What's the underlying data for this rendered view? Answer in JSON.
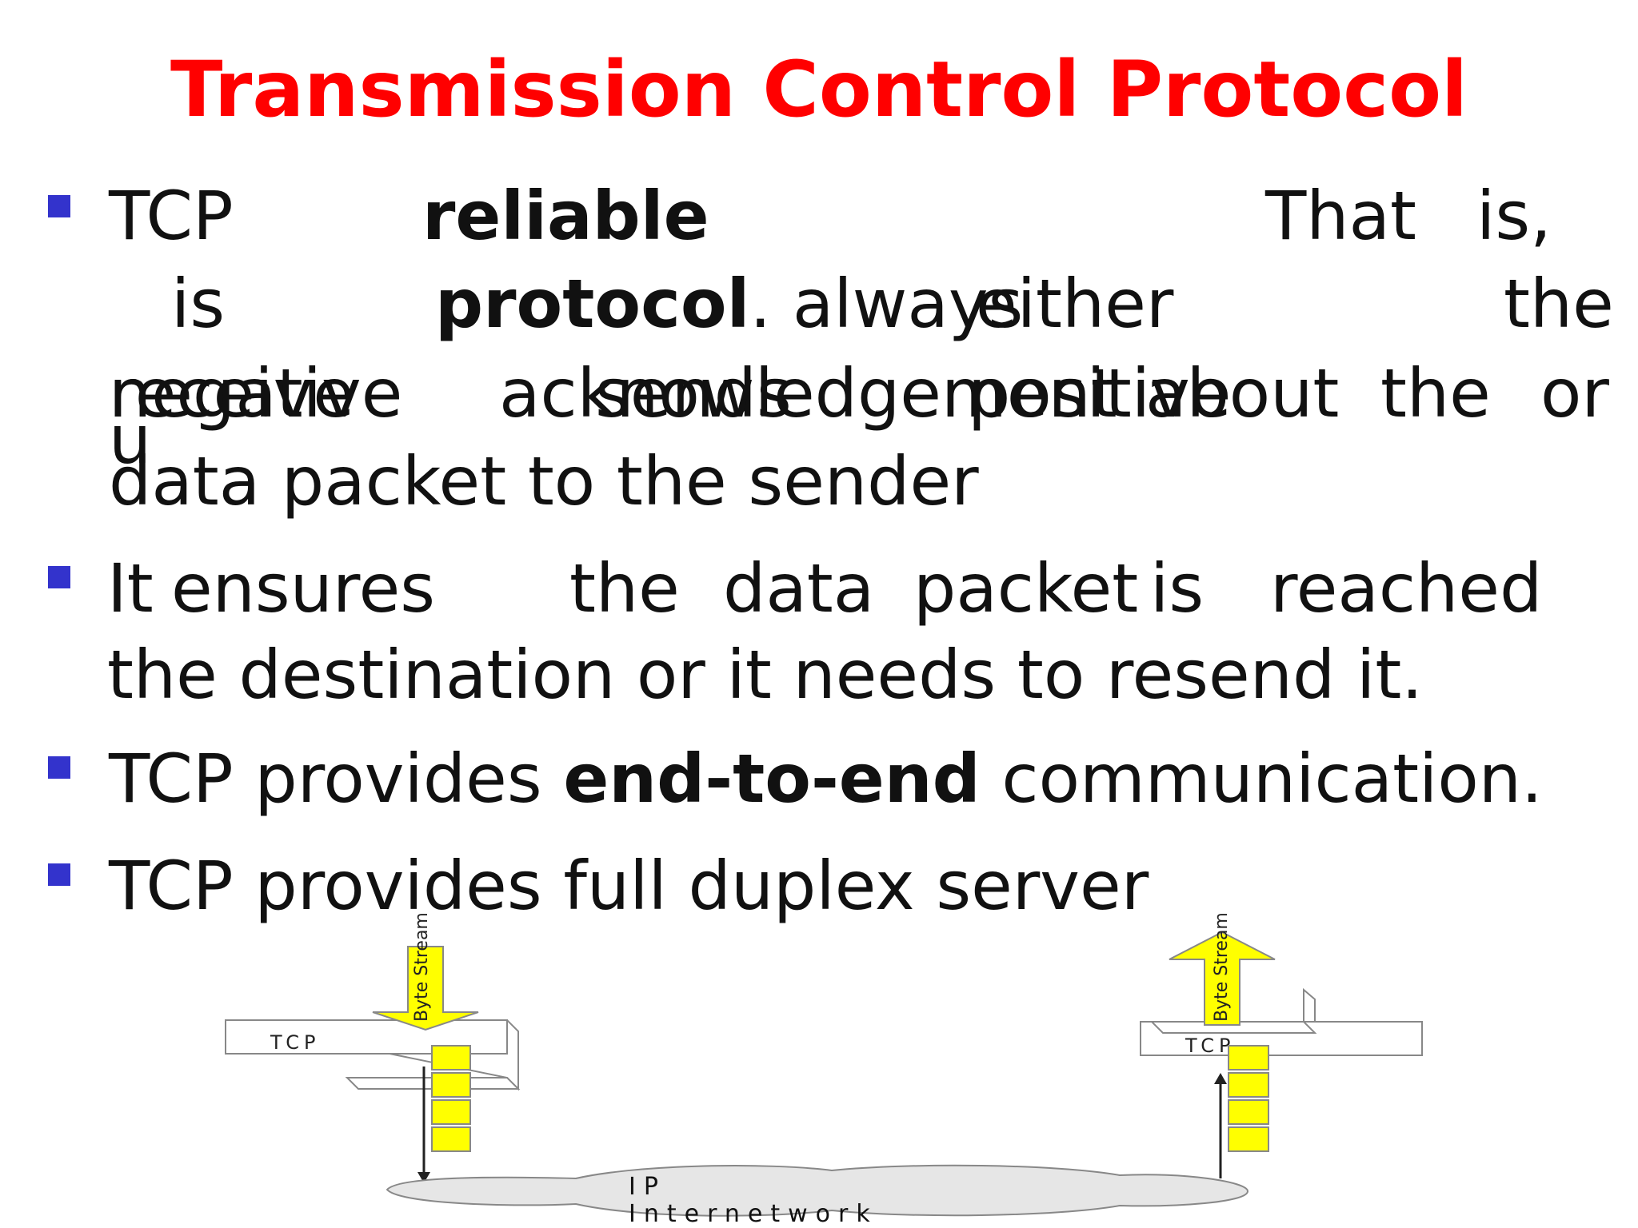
{
  "title": "Transmission Control Protocol",
  "bullets": {
    "b1": {
      "row1": {
        "w1": "TCP",
        "w2": "reliable",
        "w3": "That",
        "w4": "is,"
      },
      "row2": {
        "w1": "is",
        "w2": "protocol",
        "w2_suffix": ". always",
        "w3": "either",
        "w4": "the"
      },
      "row3_under": {
        "w1": "receive",
        "w2": "sends",
        "w3": "positive",
        "w4": "about",
        "w5": "the",
        "w6": "or"
      },
      "row3_over": {
        "w1": "negative",
        "w2": "acknowledgement",
        "w3": "u"
      },
      "row4": "data packet to the sender"
    },
    "b2": {
      "row1": {
        "w1": "It",
        "w2": "ensures",
        "w3": "the",
        "w4": "data",
        "w5": "packet",
        "w6": "is",
        "w7": "reached"
      },
      "row2": "the destination or it needs to resend it."
    },
    "b3": {
      "pre": "TCP provides ",
      "bold": "end-to-end",
      "post": " communication."
    },
    "b4": "TCP provides full duplex server"
  },
  "diagram": {
    "left_tcp": "TCP",
    "right_tcp": "TCP",
    "left_stream": "Byte Stream",
    "right_stream": "Byte Stream",
    "network": "IP Internetwork",
    "colors": {
      "arrow_fill": "#ffff00",
      "cloud_fill": "#e6e6e6",
      "box_stroke": "#888888"
    }
  }
}
